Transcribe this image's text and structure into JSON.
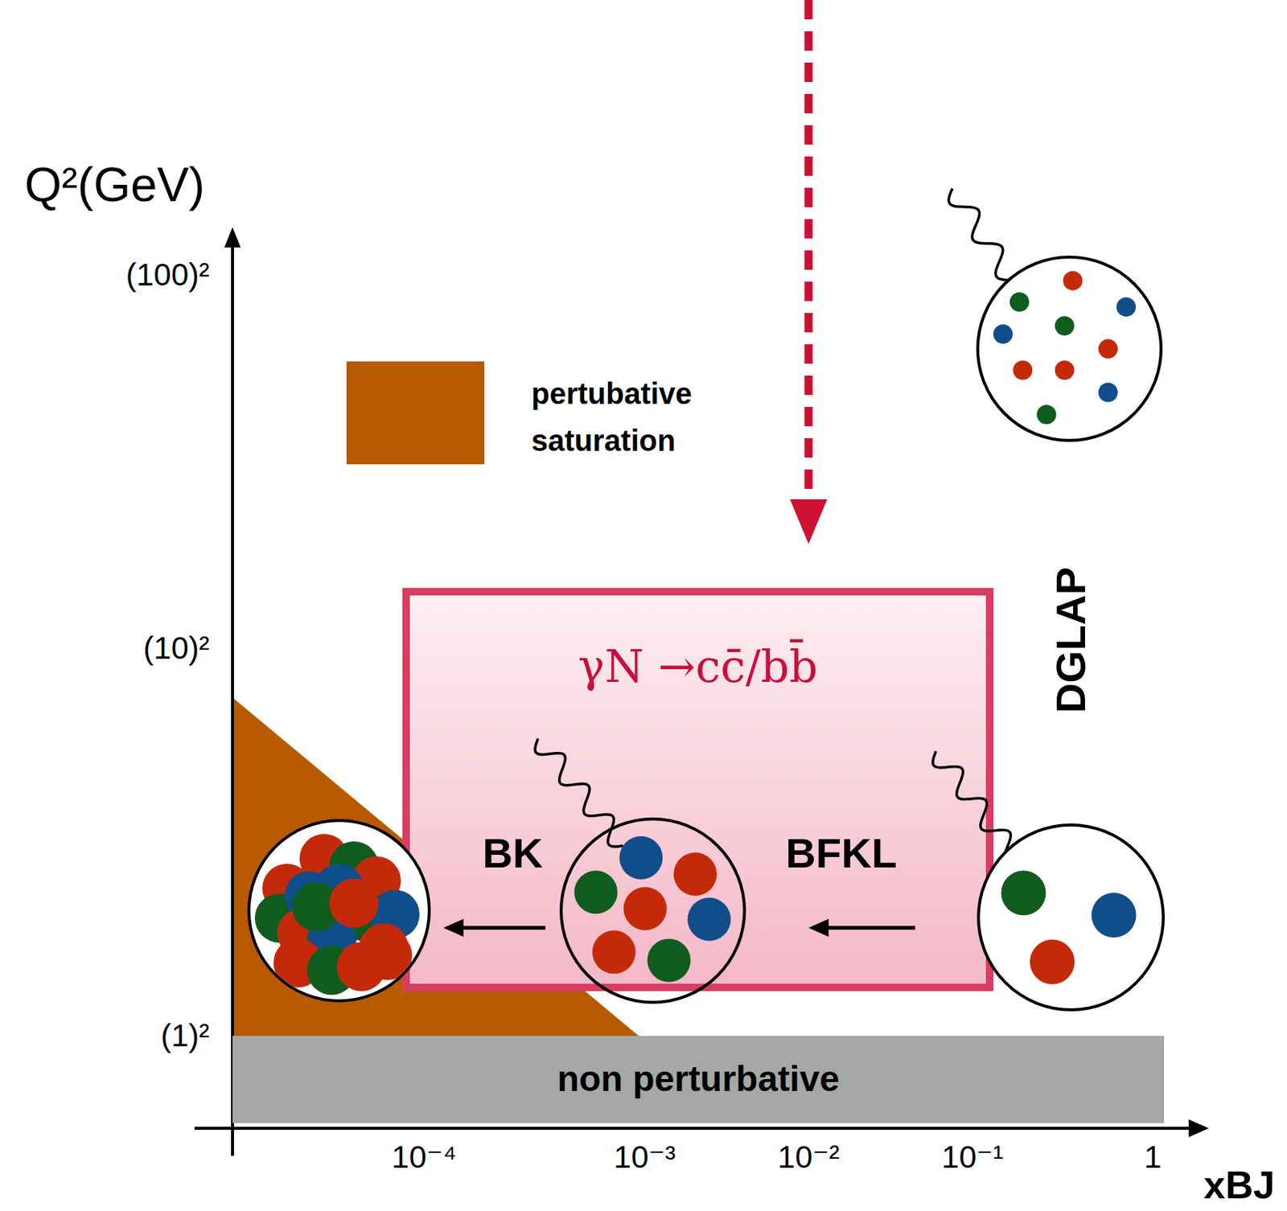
{
  "diagram": {
    "nodes": [
      {
        "text": [
          "non perturbative"
        ]
      },
      {
        "text": [
          "γN →cc̄/bb̄"
        ]
      }
    ],
    "labels": [
      "Q²(GeV)",
      "(100)²",
      "(10)²",
      "(1)²",
      "10⁻⁴",
      "10⁻³",
      "10⁻²",
      "10⁻¹",
      "1",
      "xBJ",
      "BK",
      "BFKL",
      "DGLAP"
    ],
    "legend": [
      {
        "text": "pertubative saturation",
        "color": "#b85a00"
      }
    ]
  }
}
